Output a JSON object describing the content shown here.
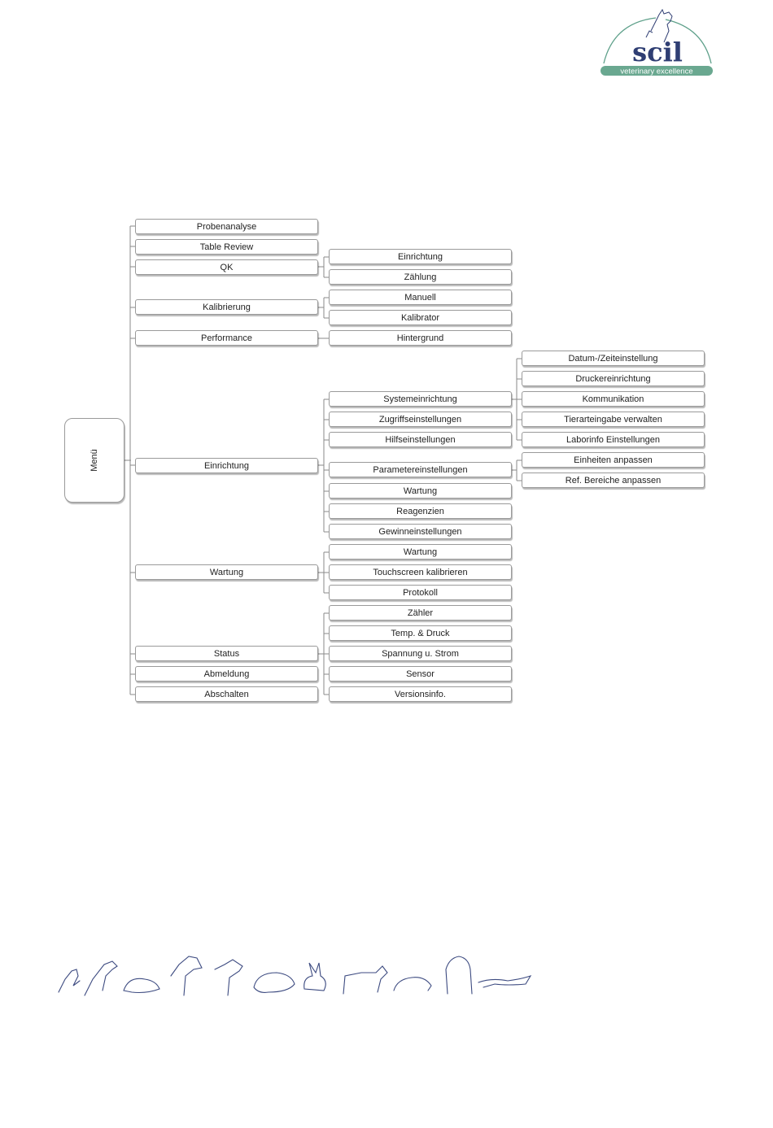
{
  "logo": {
    "name": "scil",
    "tagline": "veterinary excellence",
    "colors": {
      "brand_text": "#2f3e73",
      "arc": "#5ea08a",
      "banner": "#6aa890",
      "banner_text": "#ffffff"
    }
  },
  "menu": {
    "root": "Menü",
    "items": [
      {
        "label": "Probenanalyse",
        "children": []
      },
      {
        "label": "Table Review",
        "children": []
      },
      {
        "label": "QK",
        "children": [
          {
            "label": "Einrichtung"
          },
          {
            "label": "Zählung"
          }
        ]
      },
      {
        "label": "Kalibrierung",
        "children": [
          {
            "label": "Manuell"
          },
          {
            "label": "Kalibrator"
          }
        ]
      },
      {
        "label": "Performance",
        "children": [
          {
            "label": "Hintergrund"
          }
        ]
      },
      {
        "label": "Einrichtung",
        "children": [
          {
            "label": "Systemeinrichtung",
            "children": [
              {
                "label": "Datum-/Zeiteinstellung"
              },
              {
                "label": "Druckereinrichtung"
              },
              {
                "label": "Kommunikation"
              },
              {
                "label": "Tierarteingabe verwalten"
              },
              {
                "label": "Laborinfo Einstellungen"
              }
            ]
          },
          {
            "label": "Zugriffseinstellungen"
          },
          {
            "label": "Hilfseinstellungen"
          },
          {
            "label": "Parametereinstellungen",
            "children": [
              {
                "label": "Einheiten anpassen"
              },
              {
                "label": "Ref. Bereiche anpassen"
              }
            ]
          },
          {
            "label": "Wartung"
          },
          {
            "label": "Reagenzien"
          },
          {
            "label": "Gewinneinstellungen"
          }
        ]
      },
      {
        "label": "Wartung",
        "children": [
          {
            "label": "Wartung"
          },
          {
            "label": "Touchscreen kalibrieren"
          },
          {
            "label": "Protokoll"
          }
        ]
      },
      {
        "label": "Status",
        "children": [
          {
            "label": "Zähler"
          },
          {
            "label": "Temp. & Druck"
          },
          {
            "label": "Spannung u. Strom"
          },
          {
            "label": "Sensor"
          },
          {
            "label": "Versionsinfo."
          }
        ]
      },
      {
        "label": "Abmeldung",
        "children": []
      },
      {
        "label": "Abschalten",
        "children": []
      }
    ]
  },
  "footer_art": {
    "icon": "animal-silhouettes-icon",
    "color": "#3c4a80"
  }
}
